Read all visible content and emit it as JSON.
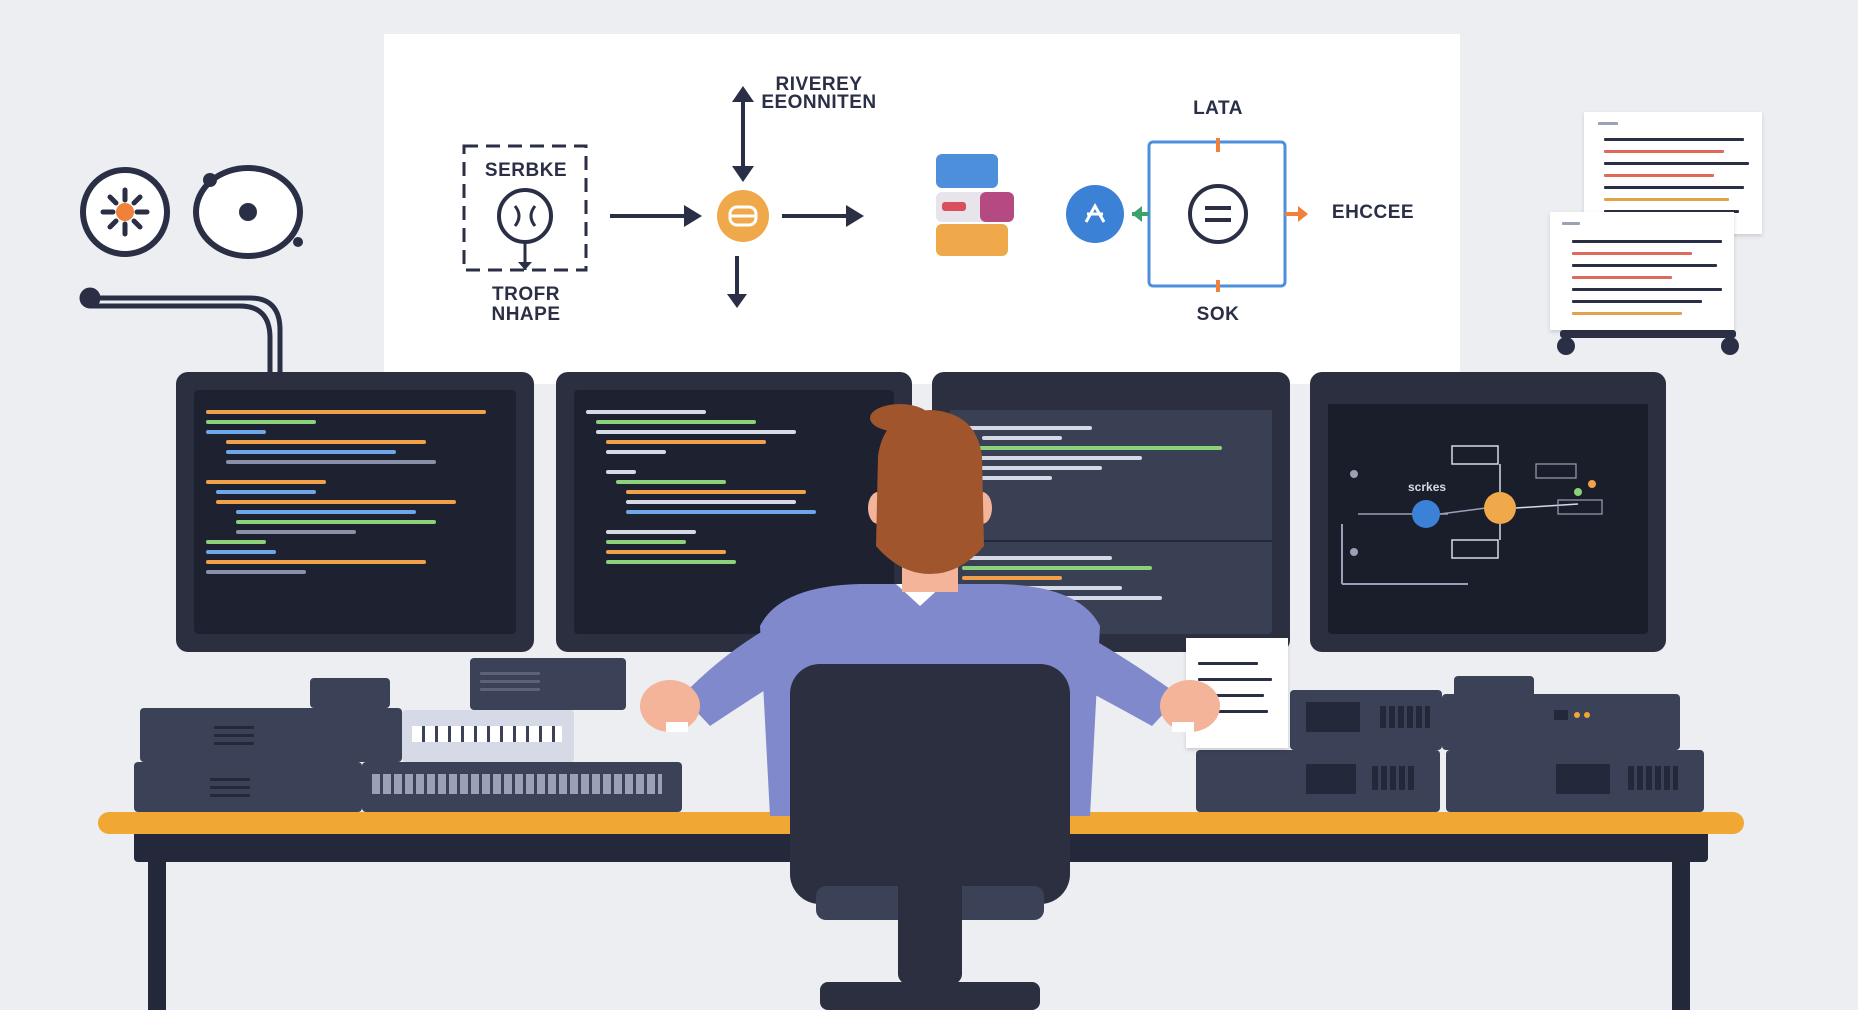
{
  "diagram": {
    "source_box_label": "SERBKE",
    "source_caption_line1": "TROFR",
    "source_caption_line2": "NHAPE",
    "router_label_line1": "RIVEREY",
    "router_label_line2": "EEONNITEN",
    "data_label": "LATA",
    "output_label": "EHCCEE",
    "bottom_label": "SOK"
  },
  "monitor_right": {
    "node_label": "scrkes"
  },
  "colors": {
    "accent_orange": "#f0a733",
    "accent_blue": "#3b82d6",
    "dark_navy": "#23283a",
    "shirt": "#7f89cc",
    "hair": "#a0552c",
    "code_green": "#8bd27a",
    "code_orange": "#f0a14a",
    "code_blue": "#6ea6e8"
  },
  "icons": [
    "gear-icon",
    "eye-icon",
    "cable-icon",
    "router-icon",
    "database-stack-icon",
    "blue-node-icon",
    "loop-node-icon"
  ]
}
